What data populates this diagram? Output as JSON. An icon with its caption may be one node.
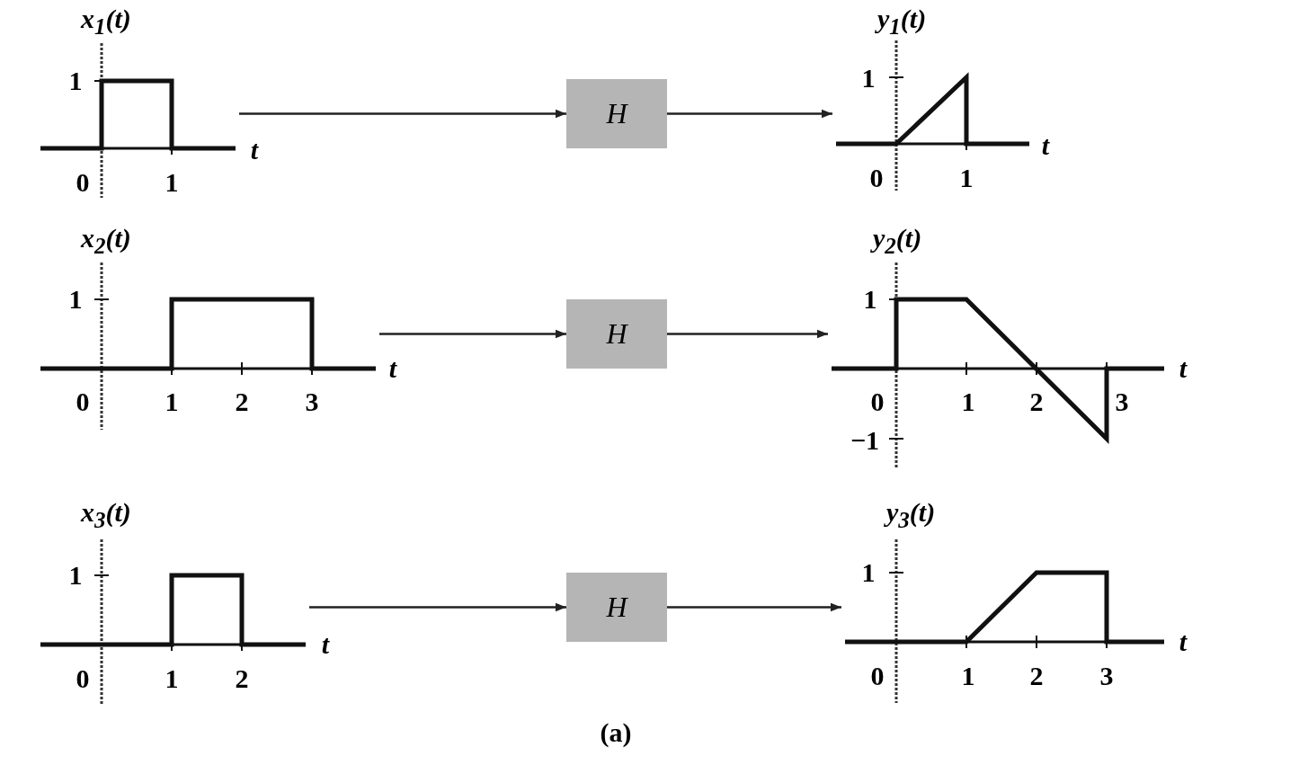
{
  "diagram": {
    "caption": "(a)",
    "nodes": [
      {
        "text": [
          "x$_{1}$(t)"
        ]
      },
      {
        "text": [
          "H"
        ]
      },
      {
        "text": [
          "y$_{1}$(t)"
        ]
      },
      {
        "text": [
          "x$_{2}$(t)"
        ]
      },
      {
        "text": [
          "H"
        ]
      },
      {
        "text": [
          "y$_{2}$(t)"
        ]
      },
      {
        "text": [
          "x$_{3}$(t)"
        ]
      },
      {
        "text": [
          "H"
        ]
      },
      {
        "text": [
          "y$_{3}$(t)"
        ]
      }
    ],
    "edges": [
      {
        "from": 0,
        "to": 1,
        "arrow": "to"
      },
      {
        "from": 1,
        "to": 2,
        "arrow": "to"
      },
      {
        "from": 3,
        "to": 4,
        "arrow": "to"
      },
      {
        "from": 4,
        "to": 5,
        "arrow": "to"
      },
      {
        "from": 6,
        "to": 7,
        "arrow": "to"
      },
      {
        "from": 7,
        "to": 8,
        "arrow": "to"
      }
    ],
    "labels": [
      "1",
      "t",
      "0",
      "1",
      "1",
      "t",
      "0",
      "1",
      "1",
      "t",
      "0",
      "1",
      "2",
      "3",
      "1",
      "t",
      "0",
      "1",
      "2",
      "3",
      "−1",
      "1",
      "t",
      "0",
      "1",
      "2",
      "1",
      "t",
      "0",
      "1",
      "2",
      "3"
    ]
  }
}
